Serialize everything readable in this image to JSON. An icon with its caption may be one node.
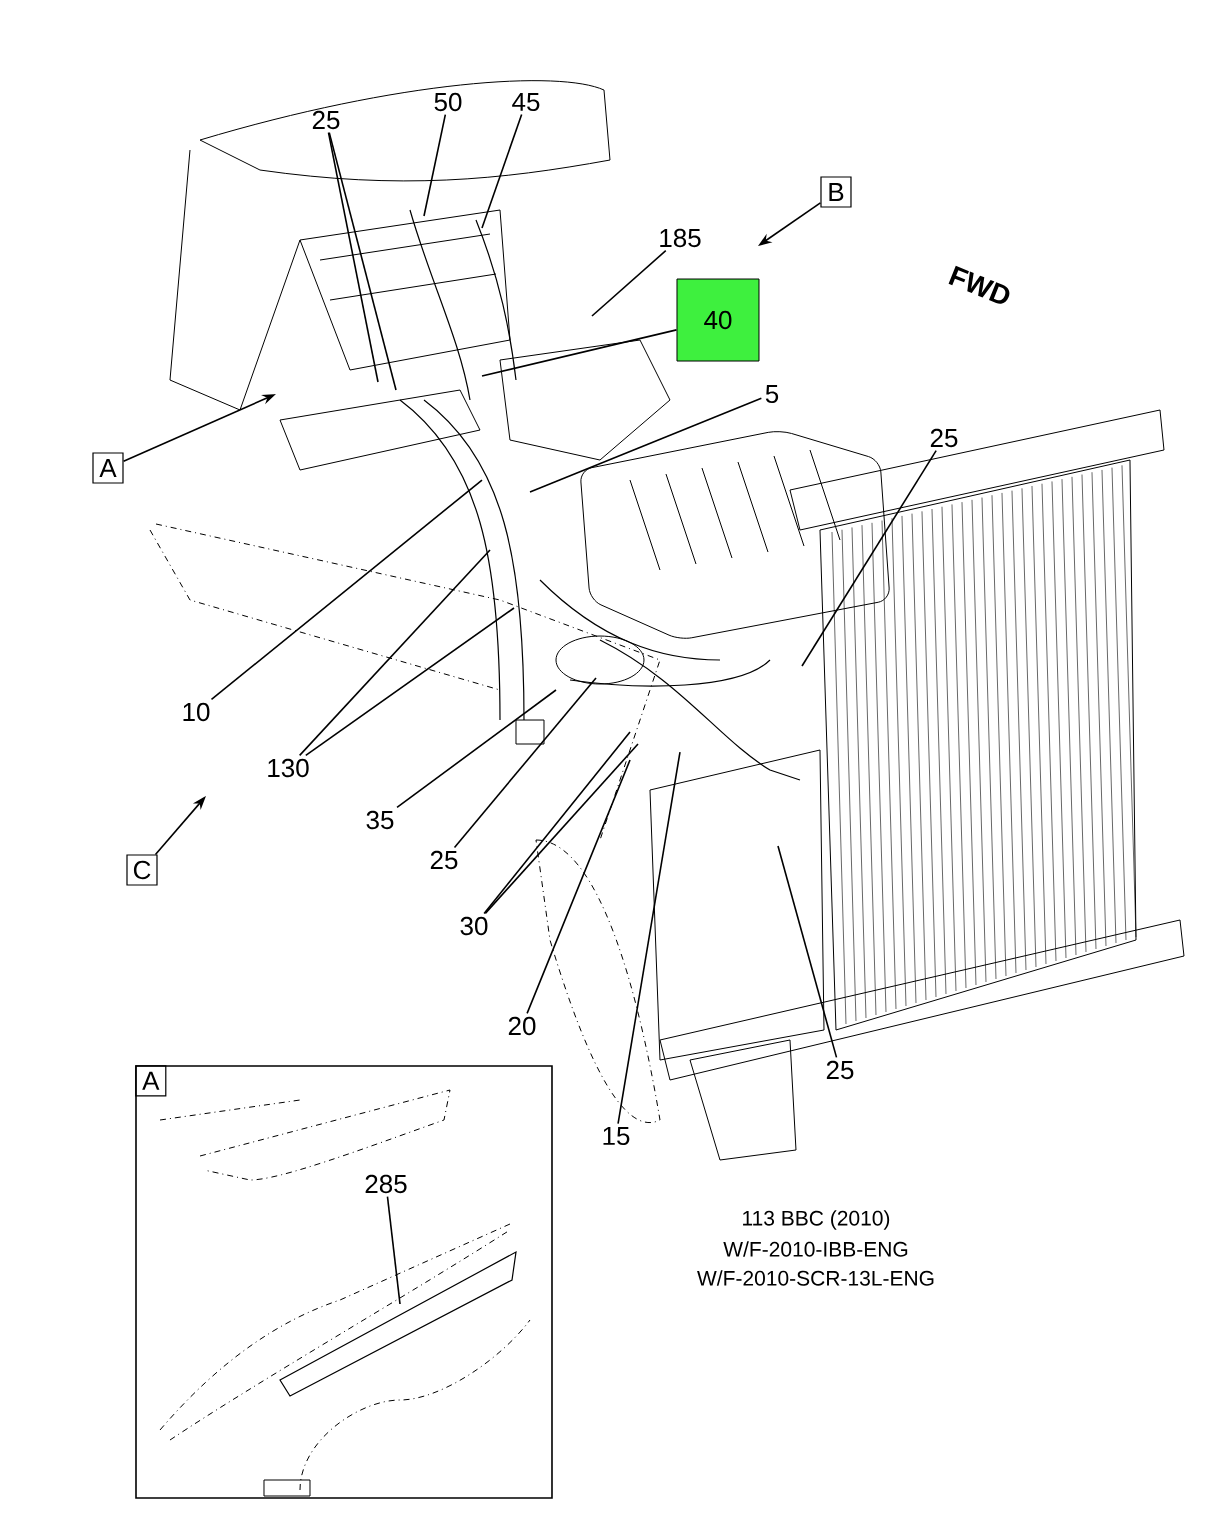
{
  "diagram": {
    "nodes": [
      {
        "text": [
          "25"
        ]
      },
      {
        "text": [
          "50"
        ]
      },
      {
        "text": [
          "45"
        ]
      },
      {
        "text": [
          "B"
        ]
      },
      {
        "text": [
          "185"
        ]
      },
      {
        "text": [
          "40"
        ]
      },
      {
        "text": [
          "A"
        ]
      },
      {
        "text": [
          "5"
        ]
      },
      {
        "text": [
          "25"
        ]
      },
      {
        "text": [
          "10"
        ]
      },
      {
        "text": [
          "130"
        ]
      },
      {
        "text": [
          "35"
        ]
      },
      {
        "text": [
          "25"
        ]
      },
      {
        "text": [
          "C"
        ]
      },
      {
        "text": [
          "30"
        ]
      },
      {
        "text": [
          "20"
        ]
      },
      {
        "text": [
          "25"
        ]
      },
      {
        "text": [
          "15"
        ]
      },
      {
        "text": [
          "A"
        ]
      },
      {
        "text": [
          "285"
        ],
        "in": 18
      }
    ],
    "edges": [
      {
        "from": 0,
        "to": null,
        "arrow": "none"
      },
      {
        "from": 0,
        "to": null,
        "arrow": "none"
      },
      {
        "from": 1,
        "to": null,
        "arrow": "none"
      },
      {
        "from": 2,
        "to": null,
        "arrow": "none"
      },
      {
        "from": 3,
        "to": null,
        "arrow": "to"
      },
      {
        "from": 4,
        "to": null,
        "arrow": "none"
      },
      {
        "from": 5,
        "to": null,
        "arrow": "none"
      },
      {
        "from": 6,
        "to": null,
        "arrow": "to"
      },
      {
        "from": 7,
        "to": null,
        "arrow": "none"
      },
      {
        "from": 8,
        "to": null,
        "arrow": "none"
      },
      {
        "from": 9,
        "to": null,
        "arrow": "none"
      },
      {
        "from": 10,
        "to": null,
        "arrow": "none"
      },
      {
        "from": 10,
        "to": null,
        "arrow": "none"
      },
      {
        "from": 11,
        "to": null,
        "arrow": "none"
      },
      {
        "from": 12,
        "to": null,
        "arrow": "none"
      },
      {
        "from": 13,
        "to": null,
        "arrow": "to"
      },
      {
        "from": 14,
        "to": null,
        "arrow": "none"
      },
      {
        "from": 14,
        "to": null,
        "arrow": "none"
      },
      {
        "from": 15,
        "to": null,
        "arrow": "none"
      },
      {
        "from": 16,
        "to": null,
        "arrow": "none"
      },
      {
        "from": 17,
        "to": null,
        "arrow": "none"
      },
      {
        "from": 19,
        "to": null,
        "arrow": "none"
      }
    ],
    "labels": [
      "FWD",
      "113 BBC (2010)",
      "W/F-2010-IBB-ENG",
      "W/F-2010-SCR-13L-ENG"
    ]
  }
}
